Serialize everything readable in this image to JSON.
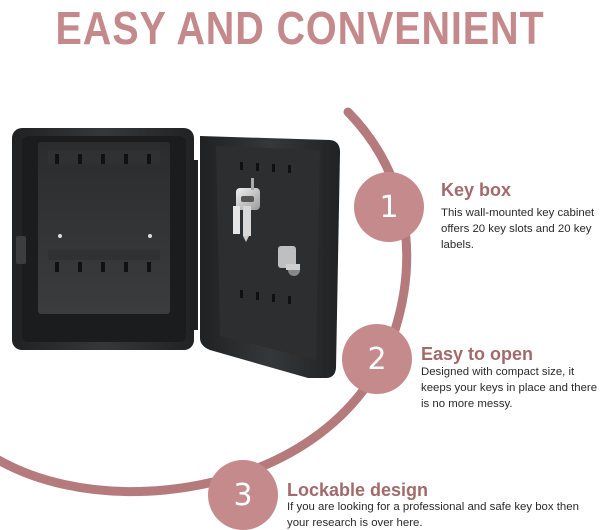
{
  "title": "EASY AND CONVENIENT",
  "colors": {
    "accent": "#b57a7c",
    "accent_dark": "#a36a6c",
    "circle_fill": "#c58b8c",
    "title": "#c4898b",
    "box": "#2b2d2f"
  },
  "features": [
    {
      "number": "1",
      "heading": "Key box",
      "text": "This wall-mounted key cabinet offers 20 key slots and 20 key labels."
    },
    {
      "number": "2",
      "heading": "Easy to open",
      "text": "Designed with compact size, it keeps your keys in place and there is no more messy."
    },
    {
      "number": "3",
      "heading": "Lockable design",
      "text": "If you are looking for a professional and safe key box then your research is over here."
    }
  ]
}
